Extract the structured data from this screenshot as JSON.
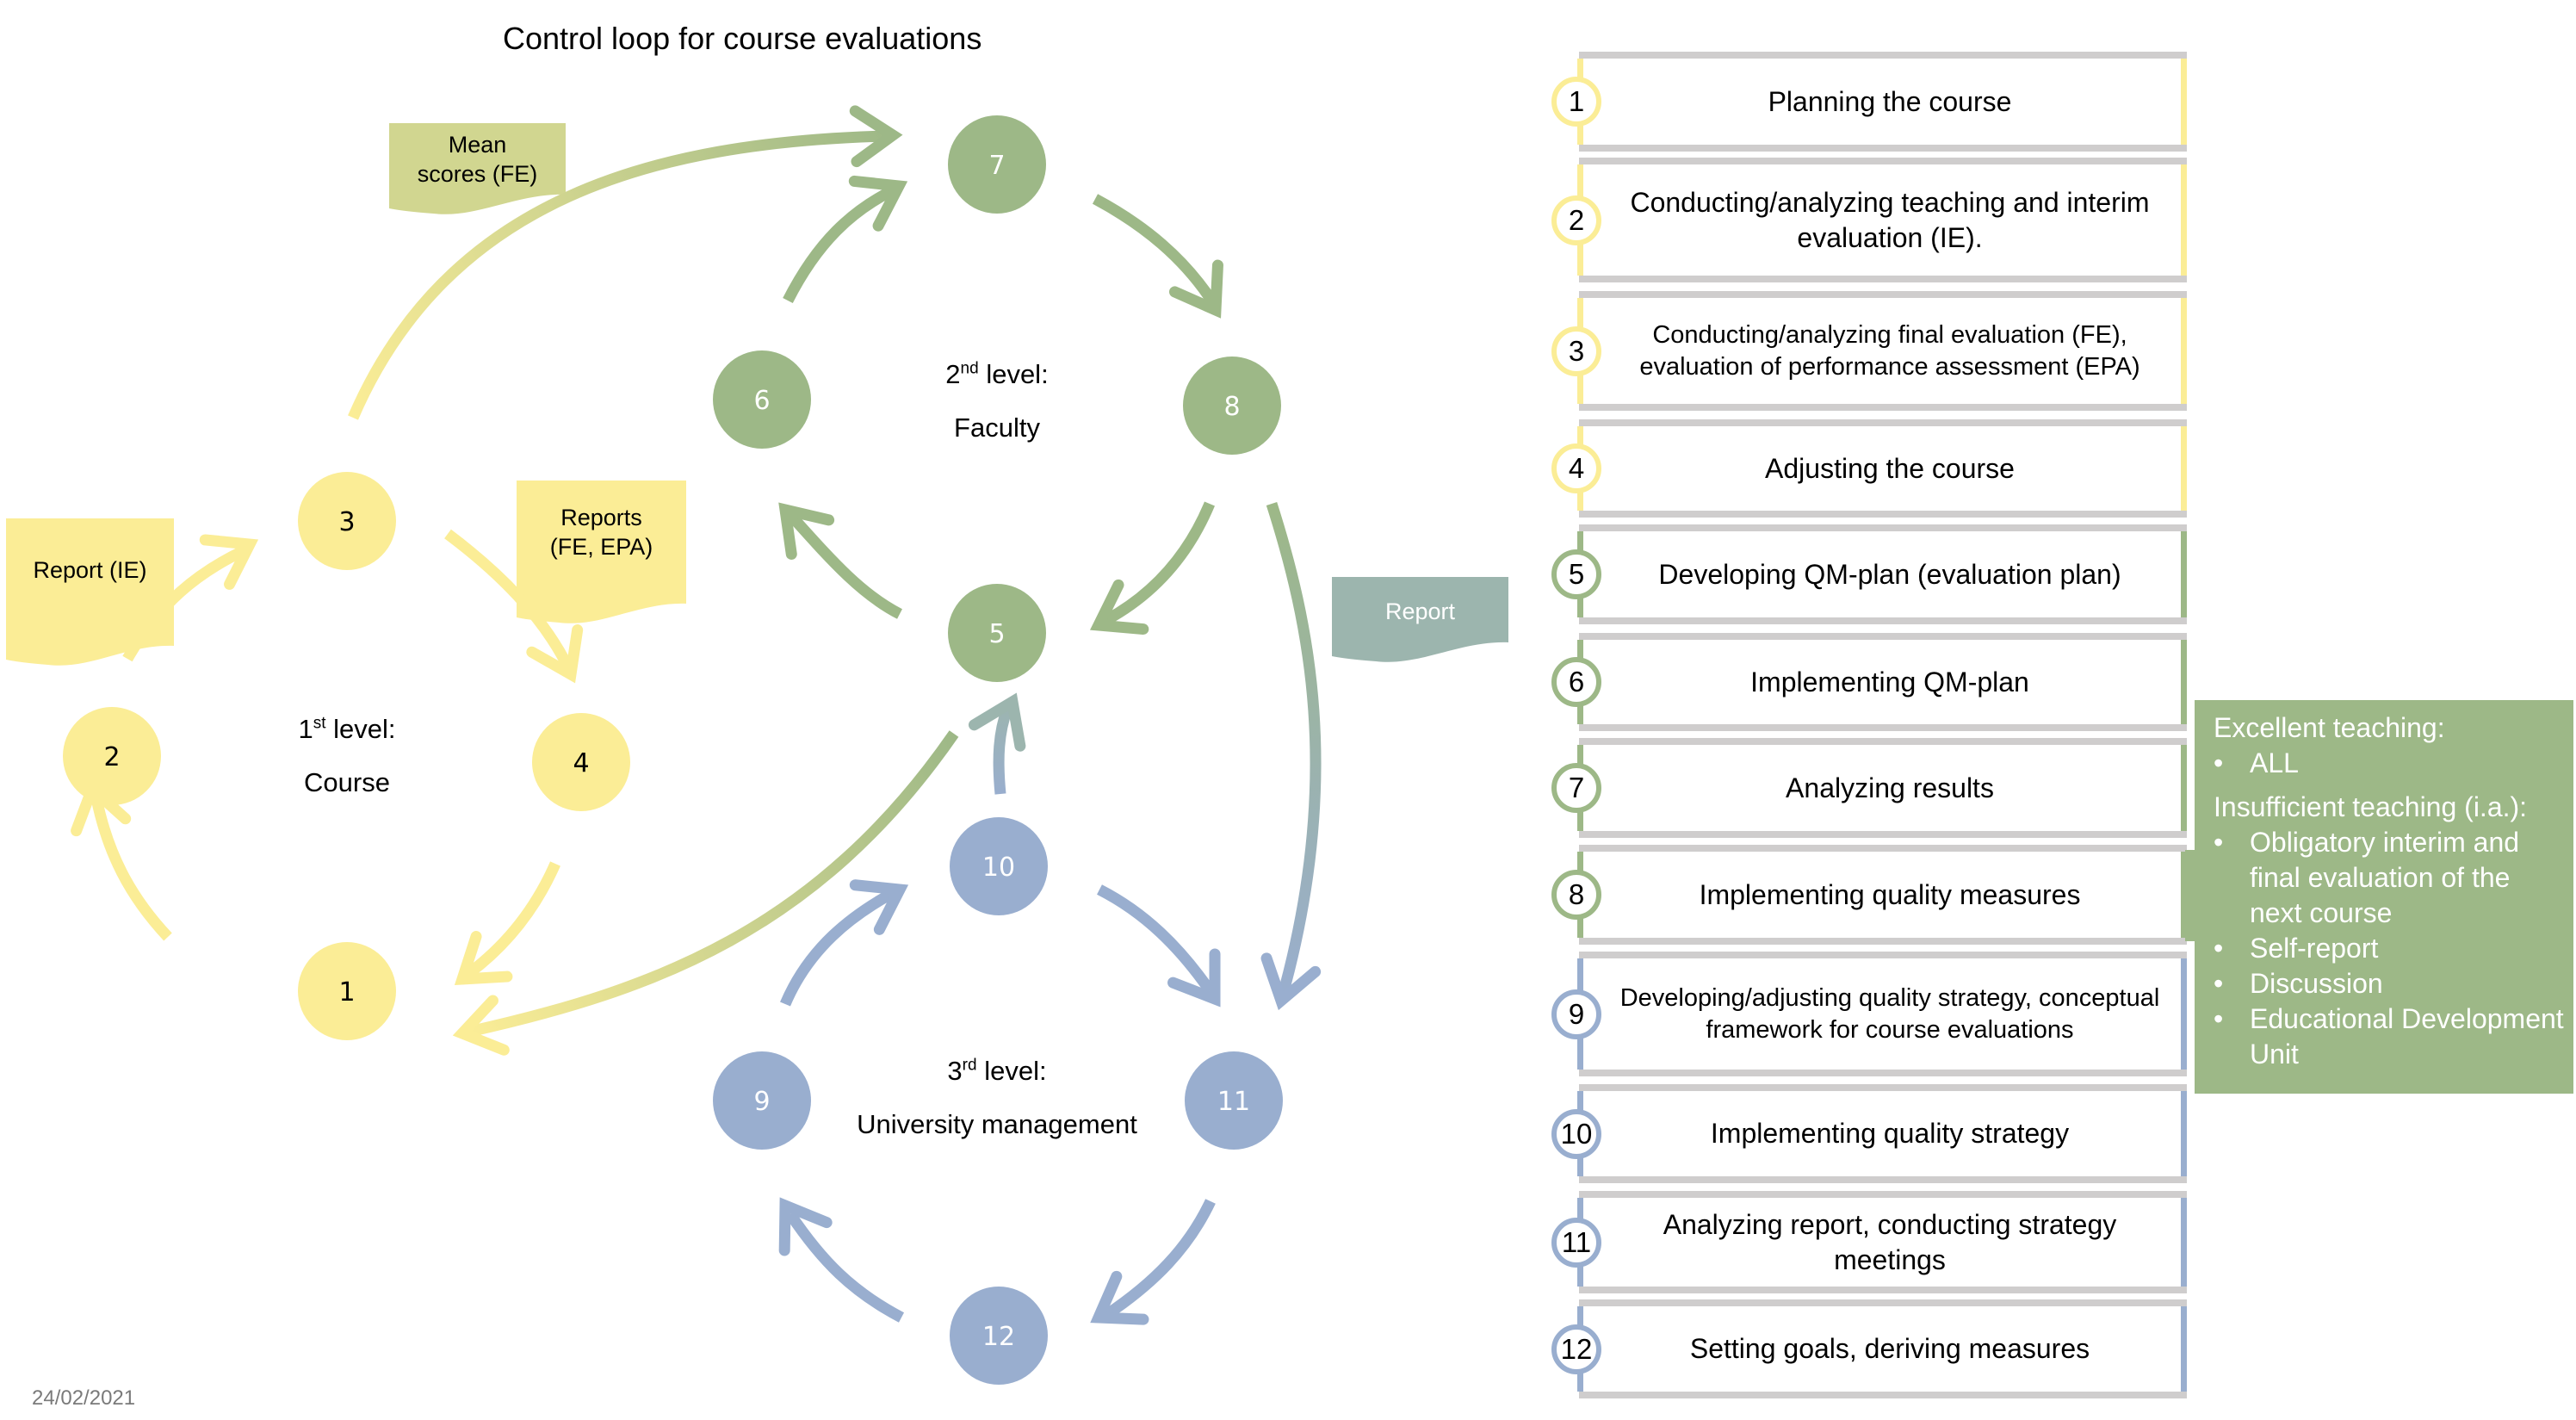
{
  "title": "Control loop for course evaluations",
  "date": "24/02/2021",
  "colors": {
    "level1": "#fbed96",
    "level2": "#9db887",
    "level3": "#99aecf",
    "report_flag_faculty": "#9cb5ae",
    "mean_scores_flag": "#d1d690",
    "divider": "#cfcdcd",
    "side_panel": "#9db887"
  },
  "levels": [
    {
      "ordinal": "1",
      "suffix": "st",
      "word": "level:",
      "name": "Course"
    },
    {
      "ordinal": "2",
      "suffix": "nd",
      "word": "level:",
      "name": "Faculty"
    },
    {
      "ordinal": "3",
      "suffix": "rd",
      "word": "level:",
      "name": "University management"
    }
  ],
  "nodes": [
    {
      "id": "1",
      "level": 1
    },
    {
      "id": "2",
      "level": 1
    },
    {
      "id": "3",
      "level": 1
    },
    {
      "id": "4",
      "level": 1
    },
    {
      "id": "5",
      "level": 2
    },
    {
      "id": "6",
      "level": 2
    },
    {
      "id": "7",
      "level": 2
    },
    {
      "id": "8",
      "level": 2
    },
    {
      "id": "9",
      "level": 3
    },
    {
      "id": "10",
      "level": 3
    },
    {
      "id": "11",
      "level": 3
    },
    {
      "id": "12",
      "level": 3
    }
  ],
  "edges": [
    {
      "from": "1",
      "to": "2"
    },
    {
      "from": "2",
      "to": "3"
    },
    {
      "from": "3",
      "to": "4"
    },
    {
      "from": "4",
      "to": "1"
    },
    {
      "from": "5",
      "to": "6"
    },
    {
      "from": "6",
      "to": "7"
    },
    {
      "from": "7",
      "to": "8"
    },
    {
      "from": "8",
      "to": "5"
    },
    {
      "from": "9",
      "to": "10"
    },
    {
      "from": "10",
      "to": "11"
    },
    {
      "from": "11",
      "to": "12"
    },
    {
      "from": "12",
      "to": "9"
    },
    {
      "from": "3",
      "to": "7",
      "label": "Mean scores (FE)"
    },
    {
      "from": "5",
      "to": "1"
    },
    {
      "from": "10",
      "to": "5"
    },
    {
      "from": "8",
      "to": "11",
      "label": "Report"
    }
  ],
  "flags": {
    "report_ie": "Report (IE)",
    "reports_fe_epa_line1": "Reports",
    "reports_fe_epa_line2": "(FE, EPA)",
    "mean_scores_line1": "Mean",
    "mean_scores_line2": "scores (FE)",
    "report": "Report"
  },
  "steps": [
    {
      "num": "1",
      "level": 1,
      "text": "Planning the course"
    },
    {
      "num": "2",
      "level": 1,
      "text": "Conducting/analyzing teaching and interim evaluation (IE)."
    },
    {
      "num": "3",
      "level": 1,
      "text": "Conducting/analyzing final evaluation (FE), evaluation of performance assessment (EPA)"
    },
    {
      "num": "4",
      "level": 1,
      "text": "Adjusting the course"
    },
    {
      "num": "5",
      "level": 2,
      "text": "Developing QM-plan (evaluation plan)"
    },
    {
      "num": "6",
      "level": 2,
      "text": "Implementing QM-plan"
    },
    {
      "num": "7",
      "level": 2,
      "text": "Analyzing results"
    },
    {
      "num": "8",
      "level": 2,
      "text": "Implementing quality measures"
    },
    {
      "num": "9",
      "level": 3,
      "text": "Developing/adjusting quality strategy, conceptual framework for course evaluations"
    },
    {
      "num": "10",
      "level": 3,
      "text": "Implementing quality strategy"
    },
    {
      "num": "11",
      "level": 3,
      "text": "Analyzing report, conducting strategy meetings"
    },
    {
      "num": "12",
      "level": 3,
      "text": "Setting goals, deriving measures"
    }
  ],
  "side_panel": {
    "excellent_heading": "Excellent teaching:",
    "excellent_items": [
      "ALL"
    ],
    "insufficient_heading": "Insufficient teaching (i.a.):",
    "insufficient_items": [
      "Obligatory interim and final evaluation of the next course",
      "Self-report",
      "Discussion",
      "Educational Development Unit"
    ]
  }
}
